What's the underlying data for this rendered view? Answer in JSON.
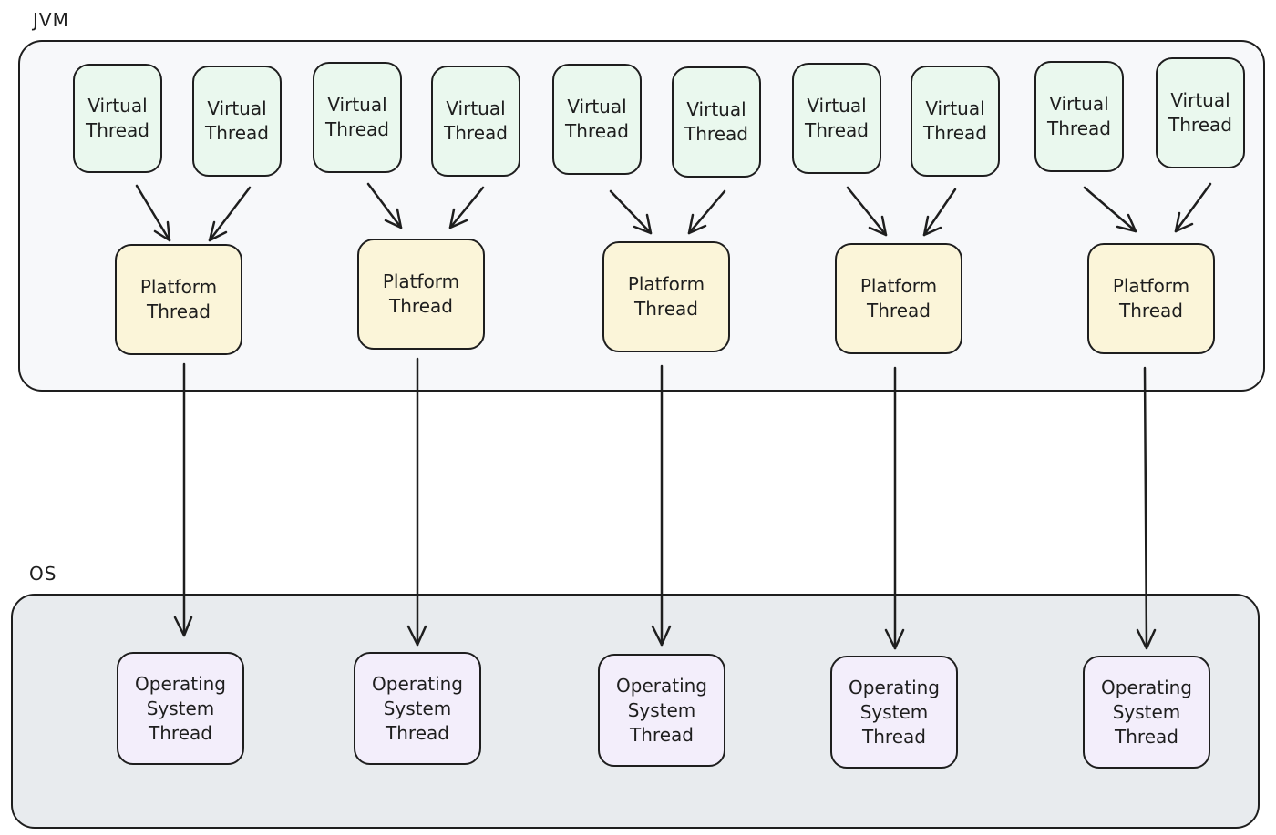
{
  "sections": {
    "jvm_label": "JVM",
    "os_label": "OS"
  },
  "virtual_threads": [
    {
      "label": "Virtual\nThread"
    },
    {
      "label": "Virtual\nThread"
    },
    {
      "label": "Virtual\nThread"
    },
    {
      "label": "Virtual\nThread"
    },
    {
      "label": "Virtual\nThread"
    },
    {
      "label": "Virtual\nThread"
    },
    {
      "label": "Virtual\nThread"
    },
    {
      "label": "Virtual\nThread"
    },
    {
      "label": "Virtual\nThread"
    },
    {
      "label": "Virtual\nThread"
    }
  ],
  "platform_threads": [
    {
      "label": "Platform\nThread"
    },
    {
      "label": "Platform\nThread"
    },
    {
      "label": "Platform\nThread"
    },
    {
      "label": "Platform\nThread"
    },
    {
      "label": "Platform\nThread"
    }
  ],
  "os_threads": [
    {
      "label": "Operating\nSystem\nThread"
    },
    {
      "label": "Operating\nSystem\nThread"
    },
    {
      "label": "Operating\nSystem\nThread"
    },
    {
      "label": "Operating\nSystem\nThread"
    },
    {
      "label": "Operating\nSystem\nThread"
    }
  ],
  "colors": {
    "jvm_bg": "#f7f8fa",
    "os_bg": "#e8ebee",
    "virtual_fill": "#eaf8ee",
    "platform_fill": "#fbf5d9",
    "os_fill": "#f3eefb",
    "stroke": "#1e1e1e"
  }
}
